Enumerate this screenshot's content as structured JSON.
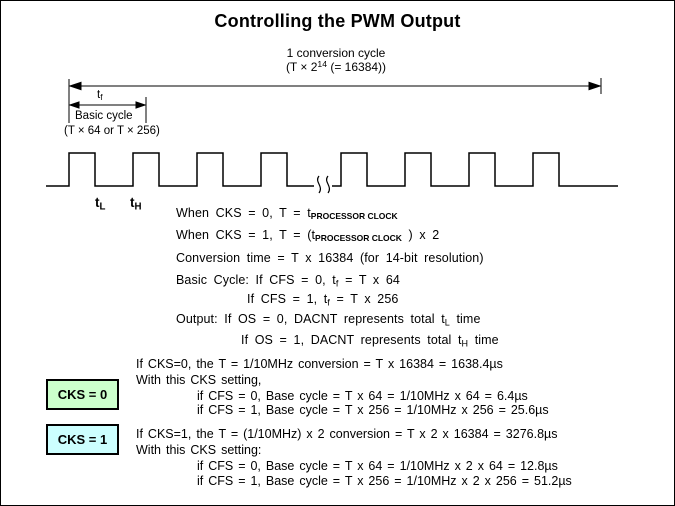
{
  "title": "Controlling the PWM Output",
  "diagram": {
    "conversion_line1": "1 conversion cycle",
    "conversion_pre": "(T × 2",
    "conversion_sup": "14",
    "conversion_post": " (= 16384))",
    "tf_base": "t",
    "tf_sub": "f",
    "basic_cycle_label": "Basic cycle",
    "basic_cycle_formula": "(T × 64 or T × 256)",
    "tl_base": "t",
    "tl_sub": "L",
    "th_base": "t",
    "th_sub": "H"
  },
  "notes": {
    "line1_pre": "When CKS = 0, T = t",
    "line1_sub": "PROCESSOR CLOCK",
    "line2_pre": "When CKS = 1, T = (t",
    "line2_sub": "PROCESSOR CLOCK",
    "line2_post": " ) x 2",
    "line3": "Conversion time = T x 16384 (for 14-bit resolution)",
    "line4_pre": "Basic Cycle: If CFS = 0, t",
    "line4_sub": "f",
    "line4_post": " = T x 64",
    "line5_pre": "If CFS = 1, t",
    "line5_sub": "f",
    "line5_post": " = T x 256",
    "line6_pre": "Output: If OS = 0, DACNT represents total t",
    "line6_sub": "L",
    "line6_post": " time",
    "line7_pre": "If OS = 1, DACNT represents total t",
    "line7_sub": "H",
    "line7_post": " time"
  },
  "cks0": {
    "box_label": "CKS = 0",
    "box_color": "#ccffcc",
    "line1": "If CKS=0, the T = 1/10MHz conversion = T x 16384 = 1638.4µs",
    "line2": "With this CKS setting,",
    "line3": "if CFS = 0, Base cycle = T x 64 = 1/10MHz x 64 = 6.4µs",
    "line4": "if CFS = 1, Base cycle = T x 256 = 1/10MHz x 256 = 25.6µs"
  },
  "cks1": {
    "box_label": "CKS = 1",
    "box_color": "#ccffff",
    "line1": "If CKS=1, the T = (1/10MHz) x 2 conversion = T x 2 x 16384 = 3276.8µs",
    "line2": "With this CKS setting:",
    "line3": "if CFS = 0, Base cycle = T x 64 = 1/10MHz x 2 x 64 = 12.8µs",
    "line4": "if CFS = 1, Base cycle = T x 256 = 1/10MHz x 2 x 256 = 51.2µs"
  }
}
